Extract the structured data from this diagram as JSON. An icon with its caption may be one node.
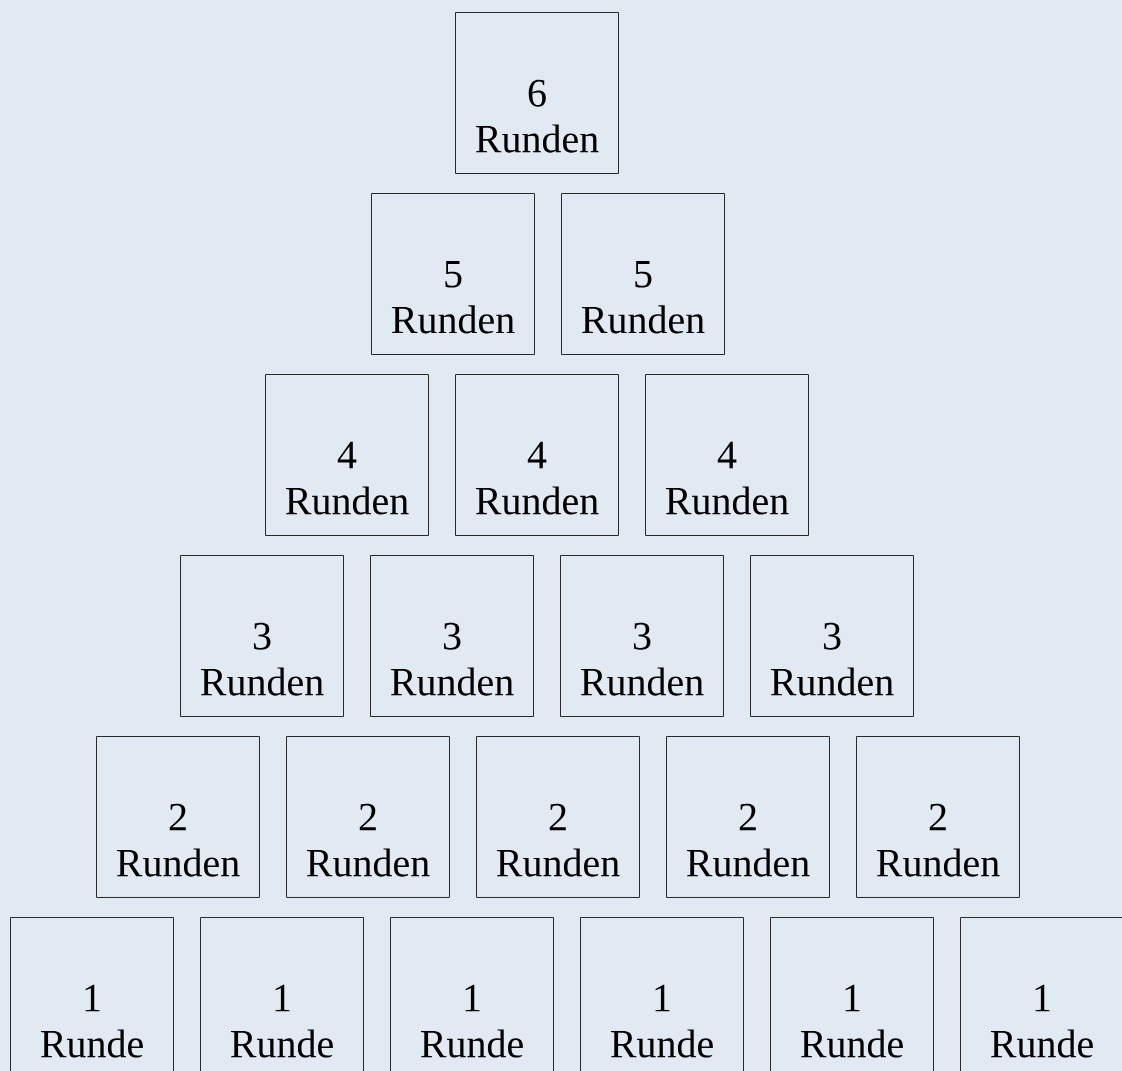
{
  "diagram": {
    "nodes": [
      {
        "text": [
          "6 Runden"
        ]
      },
      {
        "text": [
          "5 Runden"
        ]
      },
      {
        "text": [
          "5 Runden"
        ]
      },
      {
        "text": [
          "4 Runden"
        ]
      },
      {
        "text": [
          "4 Runden"
        ]
      },
      {
        "text": [
          "4 Runden"
        ]
      },
      {
        "text": [
          "3 Runden"
        ]
      },
      {
        "text": [
          "3 Runden"
        ]
      },
      {
        "text": [
          "3 Runden"
        ]
      },
      {
        "text": [
          "3 Runden"
        ]
      },
      {
        "text": [
          "2 Runden"
        ]
      },
      {
        "text": [
          "2 Runden"
        ]
      },
      {
        "text": [
          "2 Runden"
        ]
      },
      {
        "text": [
          "2 Runden"
        ]
      },
      {
        "text": [
          "2 Runden"
        ]
      },
      {
        "text": [
          "1 Runde"
        ]
      },
      {
        "text": [
          "1 Runde"
        ]
      },
      {
        "text": [
          "1 Runde"
        ]
      },
      {
        "text": [
          "1 Runde"
        ]
      },
      {
        "text": [
          "1 Runde"
        ]
      },
      {
        "text": [
          "1 Runde"
        ]
      }
    ]
  }
}
